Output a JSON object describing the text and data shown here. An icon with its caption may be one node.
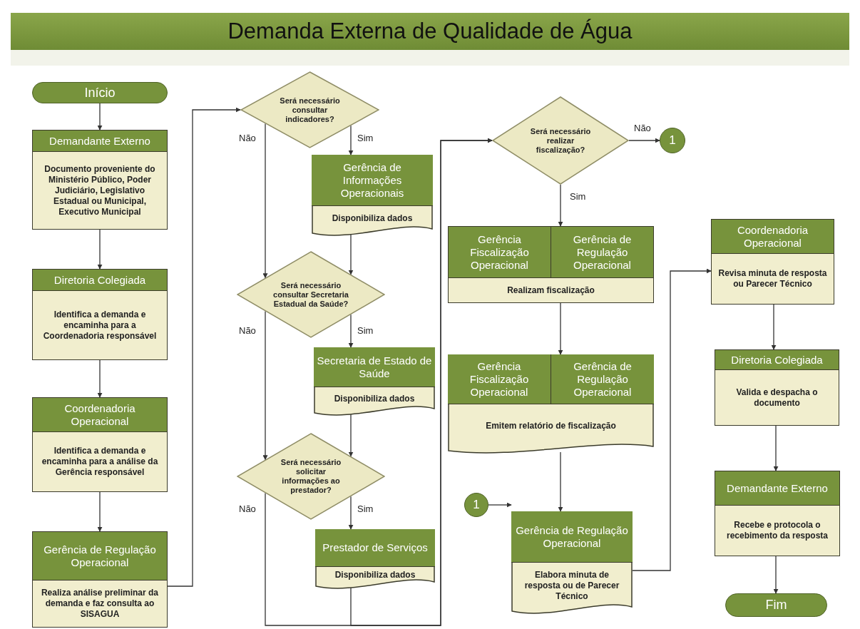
{
  "diagram": {
    "title": "Demanda Externa de Qualidade de Água",
    "nodes": [
      {
        "text": [
          "Início"
        ]
      },
      {
        "text": [
          "Demandante Externo",
          "Documento proveniente do Ministério Público, Poder Judiciário, Legislativo Estadual ou Municipal, Executivo Municipal"
        ]
      },
      {
        "text": [
          "Diretoria Colegiada",
          "Identifica a demanda e encaminha para a Coordenadoria responsável"
        ]
      },
      {
        "text": [
          "Coordenadoria Operacional",
          "Identifica a demanda e encaminha para a análise da Gerência responsável"
        ]
      },
      {
        "text": [
          "Gerência de Regulação Operacional",
          "Realiza análise preliminar da demanda e faz consulta ao SISAGUA"
        ]
      },
      {
        "text": [
          "Será necessário consultar indicadores?"
        ]
      },
      {
        "text": [
          "Gerência de Informações Operacionais",
          "Disponibiliza dados"
        ]
      },
      {
        "text": [
          "Será necessário consultar Secretaria Estadual da Saúde?"
        ]
      },
      {
        "text": [
          "Secretaria de Estado de Saúde",
          "Disponibiliza dados"
        ]
      },
      {
        "text": [
          "Será necessário solicitar informações ao prestador?"
        ]
      },
      {
        "text": [
          "Prestador de Serviços",
          "Disponibiliza dados"
        ]
      },
      {
        "text": [
          "Será necessário realizar fiscalização?"
        ]
      },
      {
        "text": [
          "1"
        ]
      },
      {
        "text": [
          "Gerência Fiscalização Operacional",
          "Gerência de Regulação Operacional",
          "Realizam fiscalização"
        ]
      },
      {
        "text": [
          "Gerência Fiscalização Operacional",
          "Gerência de Regulação Operacional",
          "Emitem relatório de fiscalização"
        ]
      },
      {
        "text": [
          "1"
        ]
      },
      {
        "text": [
          "Gerência de Regulação Operacional",
          "Elabora minuta de resposta ou de Parecer Técnico"
        ]
      },
      {
        "text": [
          "Coordenadoria Operacional",
          "Revisa minuta de resposta ou Parecer Técnico"
        ]
      },
      {
        "text": [
          "Diretoria Colegiada",
          "Valida e despacha o documento"
        ]
      },
      {
        "text": [
          "Demandante Externo",
          "Recebe e protocola o recebimento da resposta"
        ]
      },
      {
        "text": [
          "Fim"
        ]
      }
    ],
    "edges": [
      {
        "from": 0,
        "to": 1,
        "arrow": "to"
      },
      {
        "from": 1,
        "to": 2,
        "arrow": "to"
      },
      {
        "from": 2,
        "to": 3,
        "arrow": "to"
      },
      {
        "from": 3,
        "to": 4,
        "arrow": "to"
      },
      {
        "from": 4,
        "to": 5,
        "arrow": "to"
      },
      {
        "from": 5,
        "to": 6,
        "label": "Sim",
        "arrow": "to"
      },
      {
        "from": 5,
        "to": 7,
        "label": "Não",
        "arrow": "to"
      },
      {
        "from": 6,
        "to": 7,
        "arrow": "to"
      },
      {
        "from": 7,
        "to": 8,
        "label": "Sim",
        "arrow": "to"
      },
      {
        "from": 7,
        "to": 9,
        "label": "Não",
        "arrow": "to"
      },
      {
        "from": 8,
        "to": 9,
        "arrow": "to"
      },
      {
        "from": 9,
        "to": 10,
        "label": "Sim",
        "arrow": "to"
      },
      {
        "from": 9,
        "to": 11,
        "label": "Não",
        "arrow": "to"
      },
      {
        "from": 10,
        "to": 11,
        "arrow": "to"
      },
      {
        "from": 11,
        "to": 12,
        "label": "Não",
        "arrow": "to"
      },
      {
        "from": 11,
        "to": 13,
        "label": "Sim",
        "arrow": "to"
      },
      {
        "from": 13,
        "to": 14,
        "arrow": "to"
      },
      {
        "from": 14,
        "to": 16,
        "arrow": "to"
      },
      {
        "from": 15,
        "to": 16,
        "arrow": "to"
      },
      {
        "from": 16,
        "to": 17,
        "arrow": "to"
      },
      {
        "from": 17,
        "to": 18,
        "arrow": "to"
      },
      {
        "from": 18,
        "to": 19,
        "arrow": "to"
      },
      {
        "from": 19,
        "to": 20,
        "arrow": "to"
      }
    ]
  }
}
